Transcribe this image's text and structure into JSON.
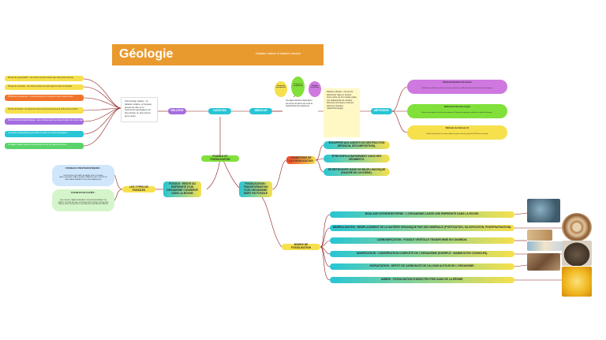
{
  "header": {
    "title": "Géologie",
    "subtitle": "Datation relative et datation absolue"
  },
  "center": {
    "datation": "DATATION",
    "relative": "RELATIVE",
    "absolue": "ABSOLUE",
    "methodes": "MÉTHODES",
    "fossiles_fossilisation": "FOSSILE ET FOSSILISATION",
    "fossile_def": "FOSSILE : RESTE OU EMPREINTE D'UN ORGANISME CONSERVÉ DANS LA ROCHE",
    "fossilisation_def": "FOSSILISATION : TRANSFORMATION D'UN ORGANISME MORT EN FOSSILE",
    "types_fossiles": "LES TYPES DE FOSSILES",
    "conditions": "CONDITIONS DE LA FOSSILISATION",
    "modes": "MODES DE FOSSILISATION"
  },
  "relative_note": "Chronologie relative : la datation relative, à l'opposé, permet de dire si un événement géologique est plus ancien ou plus récent qu'un autre.",
  "absolue_note": "Ces âges absolus dépendent du temps de demi-vie et de la radioactivité des éléments.",
  "absolue_box": "Datation absolue : permet de déterminer l'âge en années d'une roche ou d'un fossile grâce à la radioactivité de certains éléments chimiques contenus dans les minéraux (radiochronologie).",
  "bubbles": [
    "Principe de superposition",
    "Principe de recoupement",
    "Principe d'inclusion"
  ],
  "principles": [
    "Principe de superposition : une couche est plus récente que celle qu'elle recouvre",
    "Principe de continuité : une même couche a le même âge sur toute son étendue",
    "Principe de recoupement : un événement qui en recoupe un autre est plus récent",
    "Principe d'inclusion : les éléments inclus sont plus anciens que la roche qui les contient",
    "Principe d'identité paléontologique : deux couches ayant les mêmes fossiles ont le même âge",
    "Les fossiles stratigraphiques permettent de dater les couches géologiques",
    "La datation relative classe les événements les uns par rapport aux autres"
  ],
  "methods": [
    {
      "title": "Méthode Rubidium-Strontium",
      "text": "Utilisée pour dater les roches anciennes (plusieurs milliards d'années). Demi-vie très longue."
    },
    {
      "title": "Méthode Potassium-Argon",
      "text": "Utilisée pour dater les roches volcaniques. Période de quelques millions à milliards d'années."
    },
    {
      "title": "Méthode du Carbone 14",
      "text": "Utilisée pour dater les restes d'êtres vivants récents (jusqu'à 50 000 ans environ)."
    }
  ],
  "fossil_types": [
    {
      "title": "FOSSILES STRATIGRAPHIQUES :",
      "text": "UN FOSSILE QUI SERT À DATER LES COUCHES GÉOLOGIQUES, CAR IL A UNE DURÉE DE VIE COURTE ET UNE LARGE RÉPARTITION GÉOGRAPHIQUE."
    },
    {
      "title": "FOSSILES DE FACIÈS :",
      "text": "UN FOSSILE CARACTÉRISANT UN ENVIRONNEMENT DE DÉPÔT OU UNE ROCHE, QUI A PEU ÉVOLUÉ AU COURS DES TEMPS GÉOLOGIQUES ET QUI REFLÈTE UN MILIEU PRÉCIS."
    }
  ],
  "conditions_list": [
    "ÉCHAPPER AUX AGENTS DE DESTRUCTION (ÉROSION, DÉCOMPOSITION).",
    "ÊTRE ENFOUI RAPIDEMENT SOUS DES SÉDIMENTS.",
    "SE RETROUVER DANS UN MILIEU ANOXIQUE (PAUVRE EN OXYGÈNE)."
  ],
  "modes_list": [
    "MOULAGE INTERNE/EXTERNE : L'ORGANISME LAISSE UNE EMPREINTE DANS LA ROCHE.",
    "MINÉRALISATION : REMPLACEMENT DE LA MATIÈRE ORGANIQUE PAR DES MINÉRAUX (PYRITISATION, SILICIFICATION, PHOSPHATISATION).",
    "CARBONIFICATION : FOSSILE VÉGÉTALE TRANSFORMÉ EN CHARBON.",
    "MOMIFICATION : CONSERVATION COMPLÈTE DE L'ORGANISME (EXEMPLE : MAMMOUTHS CONGELÉS).",
    "INCRUSTATION : DÉPÔT DE CARBONATE DE CALCIUM AUTOUR DE L'ORGANISME.",
    "AMBRE : FOSSILISATION D'INSECTES PRIS DANS DE LA RÉSINE."
  ],
  "colors": {
    "banner": "#e99a2e",
    "teal": "#27c5d5",
    "purple": "#cf78e0",
    "green": "#82e03a",
    "yellow": "#f6e04c",
    "red_line": "#8b1a1a"
  },
  "icons": [
    "fossil-photo",
    "ammonite-photo",
    "petrified-wood-photo",
    "fern-fossil-photo",
    "mammoth-photo",
    "incrusted-photo",
    "amber-insect-photo"
  ]
}
